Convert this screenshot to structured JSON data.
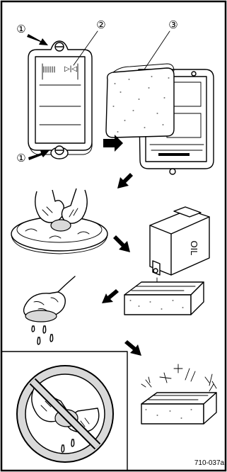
{
  "callouts": {
    "screw_label": "①",
    "cover_label": "②",
    "element_label": "③"
  },
  "cover_marking": "▷|◁",
  "oil_label": "OIL",
  "figure_code": "710-037a",
  "icons": {
    "arrow": "filled-black-arrow",
    "prohibited": "circle-with-diagonal-slash"
  },
  "colors": {
    "ink": "#000000",
    "prohibit_fill": "#d9d9d9",
    "background": "#ffffff"
  }
}
